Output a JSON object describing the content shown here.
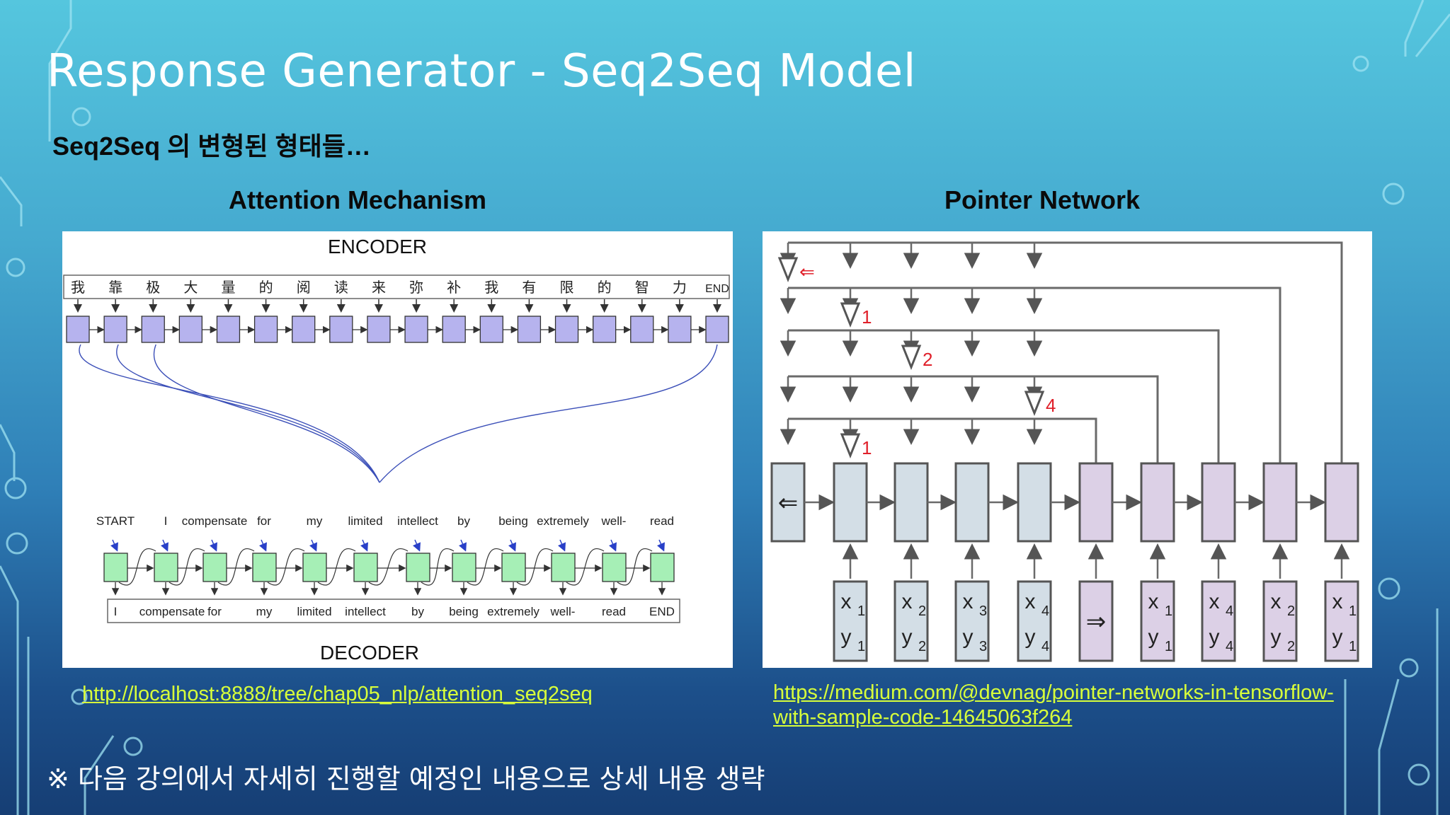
{
  "slide": {
    "title": "Response Generator - Seq2Seq Model",
    "subtitle": "Seq2Seq 의 변형된 형태들…",
    "footnote": "※ 다음 강의에서 자세히 진행할 예정인 내용으로 상세 내용 생략"
  },
  "attention": {
    "heading": "Attention Mechanism",
    "encoder_label": "ENCODER",
    "decoder_label": "DECODER",
    "encoder_tokens": [
      "我",
      "靠",
      "极",
      "大",
      "量",
      "的",
      "阅",
      "读",
      "来",
      "弥",
      "补",
      "我",
      "有",
      "限",
      "的",
      "智",
      "力",
      "END"
    ],
    "decoder_inputs": [
      "START",
      "I",
      "compensate",
      "for",
      "my",
      "limited",
      "intellect",
      "by",
      "being",
      "extremely",
      "well-",
      "read"
    ],
    "decoder_outputs": [
      "I",
      "compensate",
      "for",
      "my",
      "limited",
      "intellect",
      "by",
      "being",
      "extremely",
      "well-",
      "read",
      "END"
    ],
    "link": "http://localhost:8888/tree/chap05_nlp/attention_seq2seq",
    "colors": {
      "encoder_cell": "#b6b3ee",
      "decoder_cell": "#a6efb6",
      "attention_curve": "#3b4fb8"
    }
  },
  "pointer": {
    "heading": "Pointer Network",
    "inputs": [
      {
        "x": "x",
        "xs": "1",
        "y": "y",
        "ys": "1"
      },
      {
        "x": "x",
        "xs": "2",
        "y": "y",
        "ys": "2"
      },
      {
        "x": "x",
        "xs": "3",
        "y": "y",
        "ys": "3"
      },
      {
        "x": "x",
        "xs": "4",
        "y": "y",
        "ys": "4"
      },
      {
        "arrow": "⇒"
      },
      {
        "x": "x",
        "xs": "1",
        "y": "y",
        "ys": "1"
      },
      {
        "x": "x",
        "xs": "4",
        "y": "y",
        "ys": "4"
      },
      {
        "x": "x",
        "xs": "2",
        "y": "y",
        "ys": "2"
      },
      {
        "x": "x",
        "xs": "1",
        "y": "y",
        "ys": "1"
      }
    ],
    "start_symbol": "⇐",
    "pointer_marks": [
      "⇐",
      "1",
      "2",
      "4",
      "1"
    ],
    "link": "https://medium.com/@devnag/pointer-networks-in-tensorflow-with-sample-code-14645063f264",
    "colors": {
      "encoder_cell": "#d3dee6",
      "decoder_cell": "#dcd0e6",
      "pointer_mark": "#e0202a"
    }
  }
}
